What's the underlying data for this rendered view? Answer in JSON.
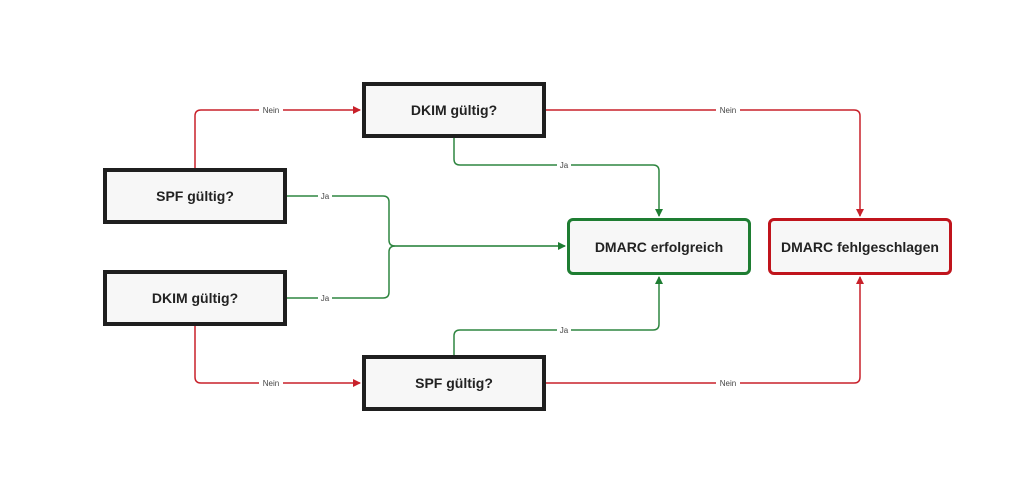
{
  "colors": {
    "yes": "#2e8540",
    "no": "#c8202a",
    "success": "#1e7d32",
    "fail": "#c0141c",
    "box_border": "#1f1f1f"
  },
  "nodes": {
    "spf_left": "SPF gültig?",
    "dkim_left": "DKIM gültig?",
    "dkim_top": "DKIM gültig?",
    "spf_bottom": "SPF gültig?",
    "dmarc_success": "DMARC erfolgreich",
    "dmarc_fail": "DMARC fehlgeschlagen"
  },
  "edges": {
    "spf_left_no": "Nein",
    "spf_left_yes": "Ja",
    "dkim_left_yes": "Ja",
    "dkim_left_no": "Nein",
    "dkim_top_yes": "Ja",
    "dkim_top_no": "Nein",
    "spf_bottom_yes": "Ja",
    "spf_bottom_no": "Nein"
  }
}
